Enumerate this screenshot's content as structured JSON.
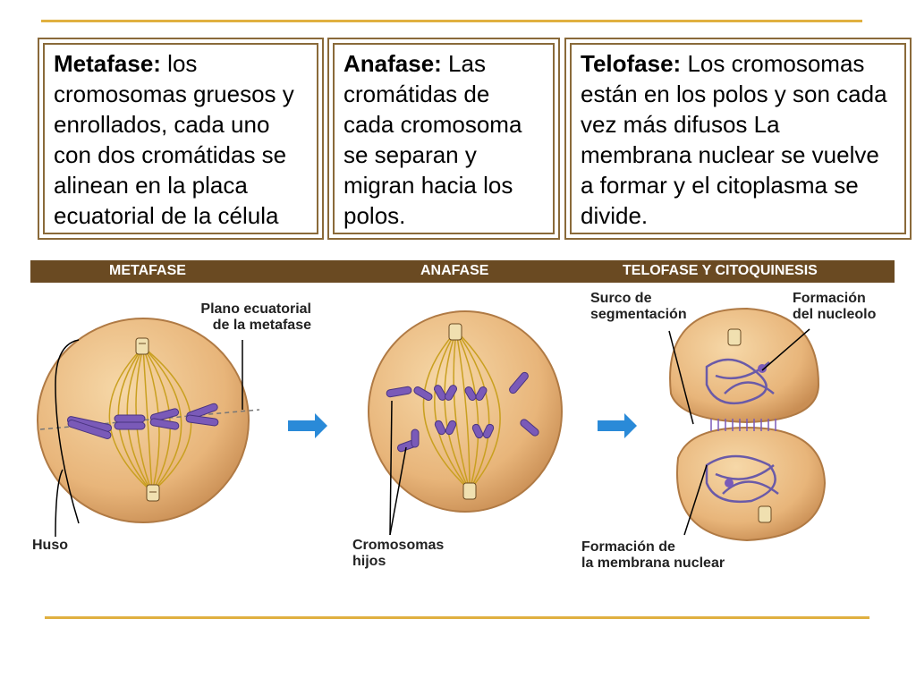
{
  "boxes": [
    {
      "title": "Metafase:",
      "text": " los cromosomas gruesos y enrollados, cada uno con dos cromátidas se alinean en la placa ecuatorial de la célula"
    },
    {
      "title": "Anafase:",
      "text": " Las cromátidas de cada cromosoma se separan y migran hacia los polos."
    },
    {
      "title": "Telofase:",
      "text": " Los cromosomas están en los polos y son cada vez más difusos La membrana nuclear se vuelve a formar y el citoplasma se divide."
    }
  ],
  "phase_bar": {
    "metafase": "METAFASE",
    "anafase": "ANAFASE",
    "telofase": "TELOFASE Y CITOQUINESIS"
  },
  "labels": {
    "plano_1": "Plano ecuatorial",
    "plano_2": "de la metafase",
    "huso": "Huso",
    "cromosomas_1": "Cromosomas",
    "cromosomas_2": "hijos",
    "surco_1": "Surco de",
    "surco_2": "segmentación",
    "nucleolo_1": "Formación",
    "nucleolo_2": "del nucleolo",
    "membrana_1": "Formación de",
    "membrana_2": "la membrana nuclear"
  },
  "colors": {
    "cell_fill": "#e8b57a",
    "spindle": "#c9a020",
    "chromosome": "#7a5ab8",
    "arrow": "#2a8ad8",
    "frame": "#8a6a3a",
    "bar": "#6a4a22",
    "rule": "#e0b040"
  }
}
